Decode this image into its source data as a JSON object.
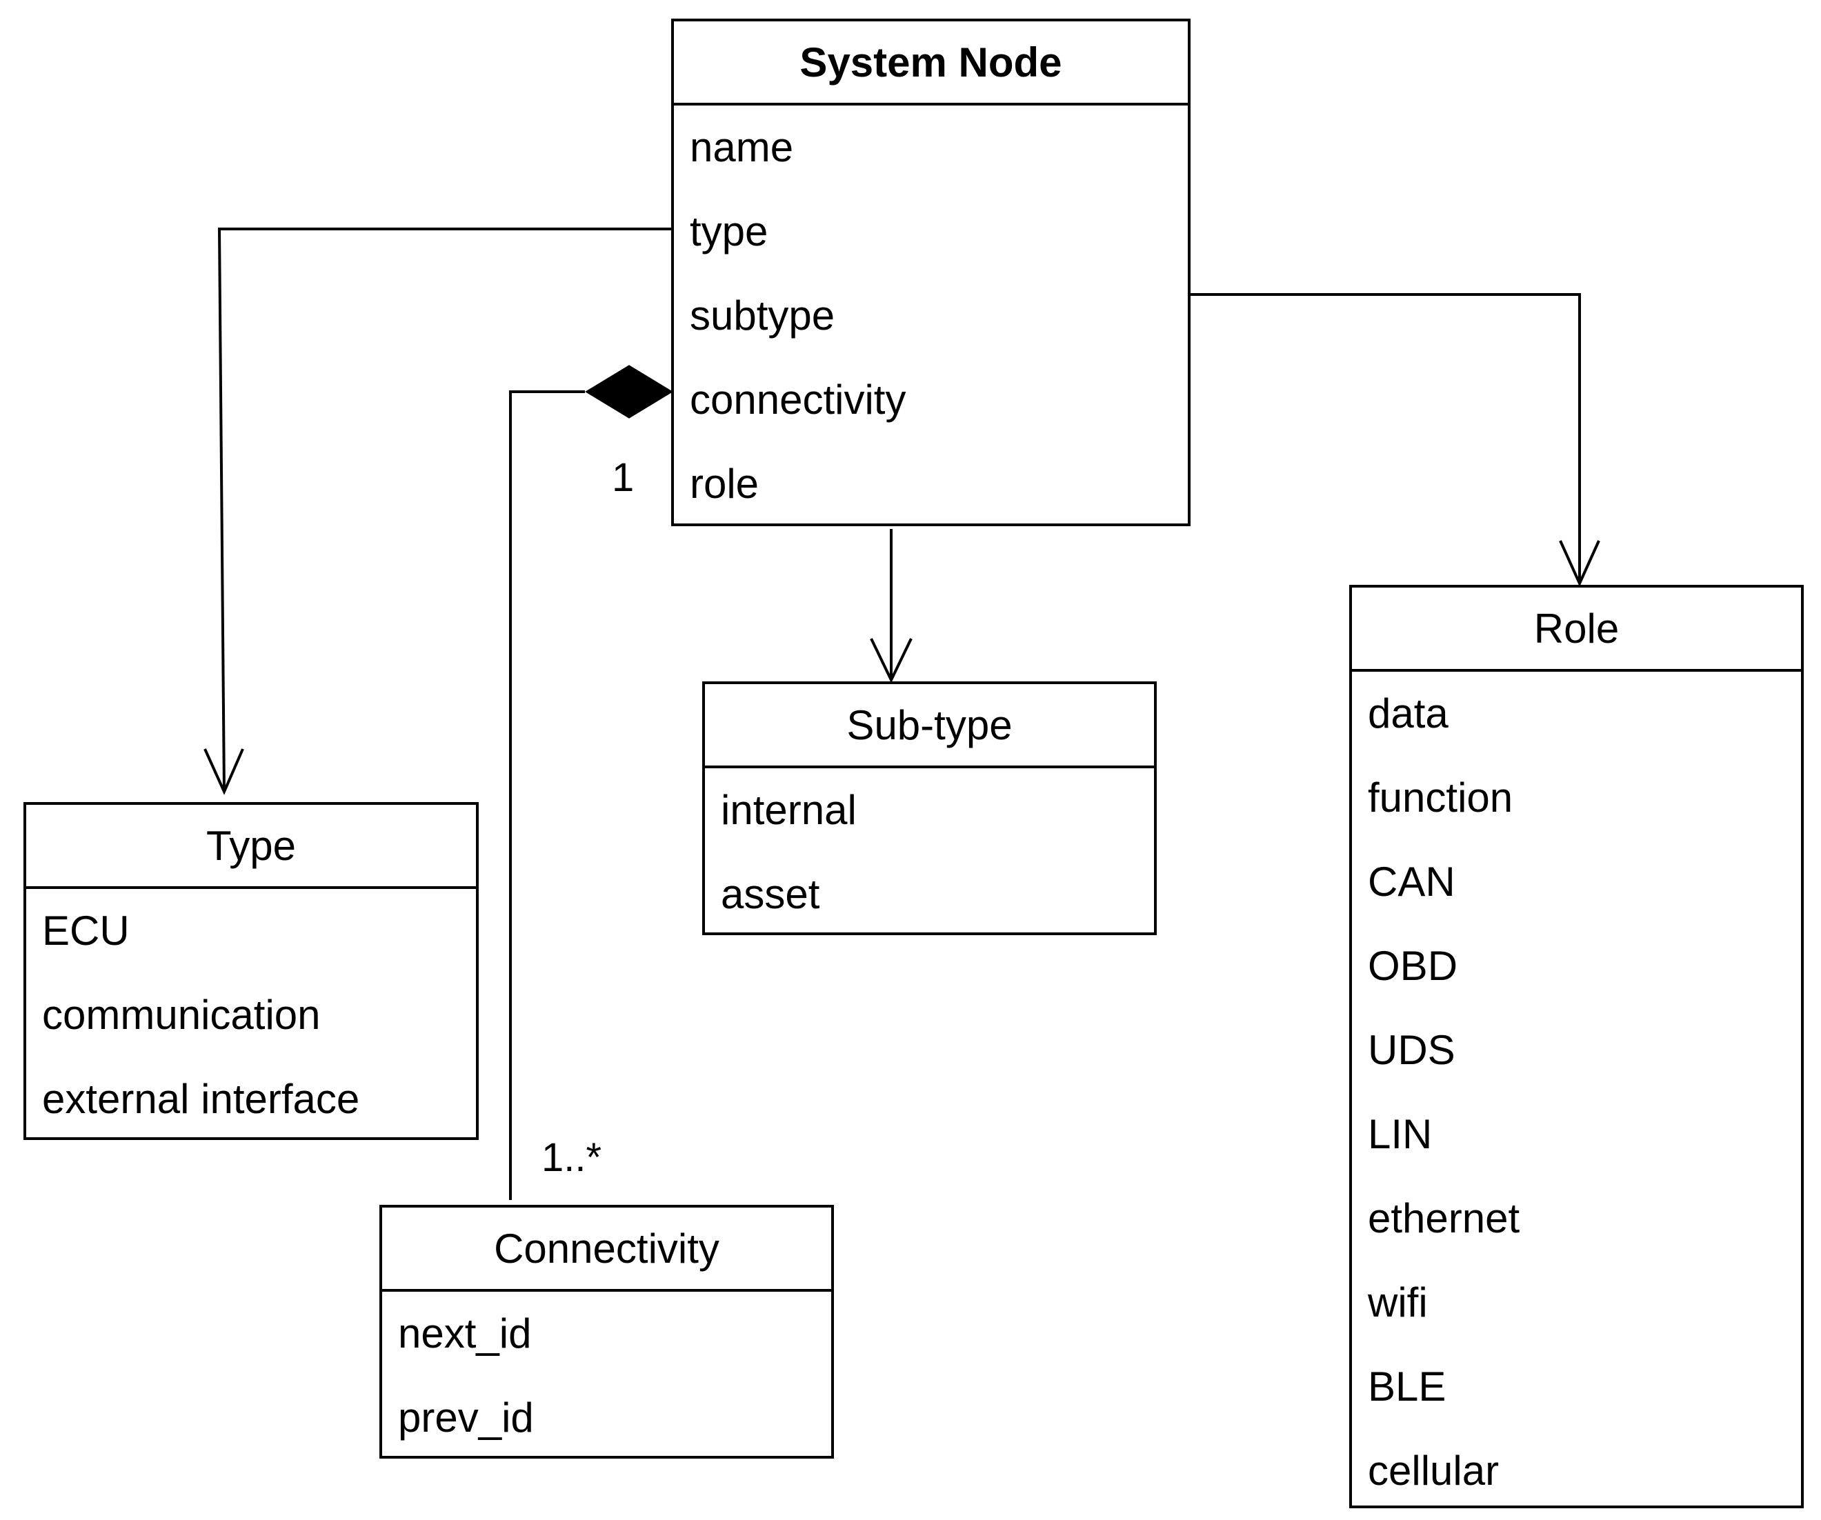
{
  "classes": {
    "system_node": {
      "title": "System Node",
      "attributes": [
        "name",
        "type",
        "subtype",
        "connectivity",
        "role"
      ]
    },
    "type": {
      "title": "Type",
      "attributes": [
        "ECU",
        "communication",
        "external interface"
      ]
    },
    "subtype": {
      "title": "Sub-type",
      "attributes": [
        "internal",
        "asset"
      ]
    },
    "role": {
      "title": "Role",
      "attributes": [
        "data",
        "function",
        "CAN",
        "OBD",
        "UDS",
        "LIN",
        "ethernet",
        "wifi",
        "BLE",
        "cellular"
      ]
    },
    "connectivity": {
      "title": "Connectivity",
      "attributes": [
        "next_id",
        "prev_id"
      ]
    }
  },
  "relations": [
    {
      "from": "system_node.type",
      "to": "type",
      "kind": "association"
    },
    {
      "from": "system_node",
      "to": "subtype",
      "kind": "association"
    },
    {
      "from": "system_node",
      "to": "role",
      "kind": "association"
    },
    {
      "from": "system_node.connectivity",
      "to": "connectivity",
      "kind": "composition",
      "source_multiplicity": "1",
      "target_multiplicity": "1..*"
    }
  ],
  "multiplicities": {
    "composition_source": "1",
    "composition_target": "1..*"
  }
}
